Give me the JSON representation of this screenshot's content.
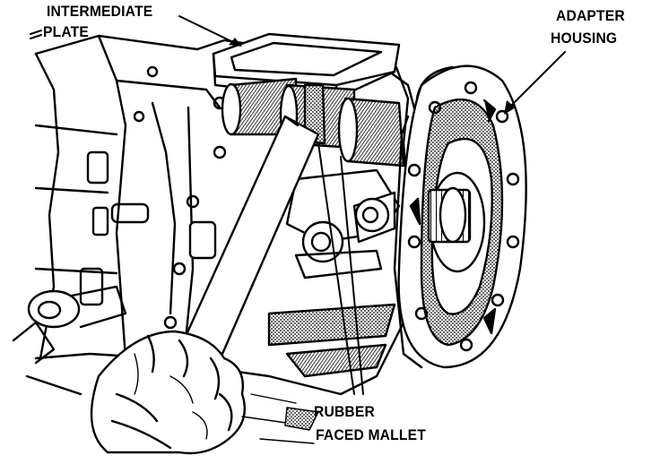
{
  "labels": {
    "intermediate_line1": "INTERMEDIATE",
    "intermediate_line2": "PLATE",
    "adapter_line1": "ADAPTER",
    "adapter_line2": "HOUSING",
    "mallet_line1": "RUBBER",
    "mallet_line2": "FACED MALLET"
  },
  "colors": {
    "ink": "#000000",
    "paper": "#ffffff"
  }
}
